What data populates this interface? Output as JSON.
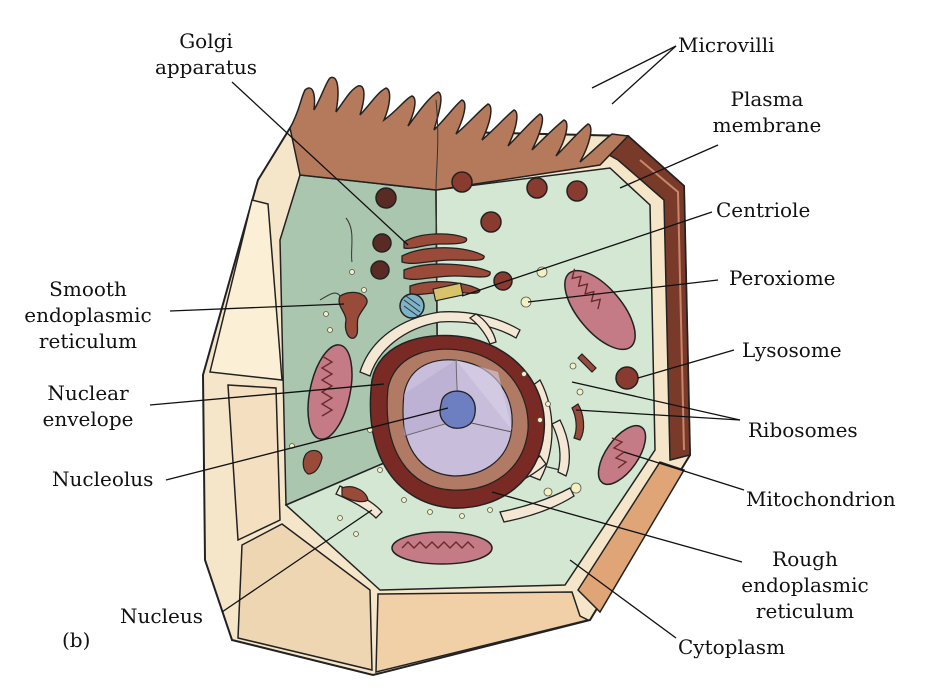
{
  "figure_tag": "(b)",
  "colors": {
    "membrane": "#7a3a2a",
    "membrane_light": "#a86b52",
    "cytoplasm_left": "#aac6ae",
    "cytoplasm_right": "#d3e7d3",
    "cut_face": "#f6e6c9",
    "organelle": "#8a3b2f",
    "nucleus_inner": "#c9bddc",
    "nucleolus": "#6d7fc0"
  },
  "labels": {
    "golgi": "Golgi\napparatus",
    "microvilli": "Microvilli",
    "plasma_membrane": "Plasma\nmembrane",
    "centriole": "Centriole",
    "peroxiome": "Peroxiome",
    "lysosome": "Lysosome",
    "ribosomes": "Ribosomes",
    "mitochondrion": "Mitochondrion",
    "rough_er": "Rough\nendoplasmic\nreticulum",
    "cytoplasm": "Cytoplasm",
    "smooth_er": "Smooth\nendoplasmic\nreticulum",
    "nuclear_envelope": "Nuclear\nenvelope",
    "nucleolus": "Nucleolus",
    "nucleus": "Nucleus"
  }
}
